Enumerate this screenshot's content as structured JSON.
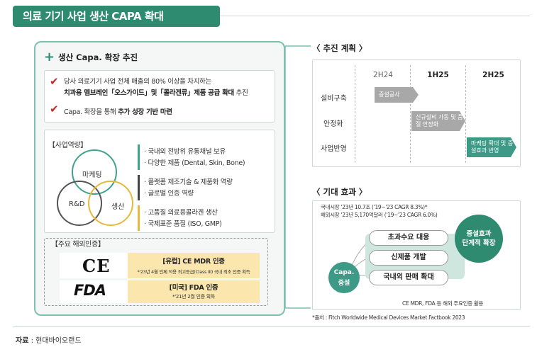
{
  "header": {
    "title": "의료 기기 사업 생산 CAPA 확대"
  },
  "left": {
    "title": "생산 Capa. 확장 추진",
    "bullet1_line1": "당사 의료기기 사업 전체 매출의 80% 이상을 차지하는",
    "bullet1_line2_bold": "치과용 멤브레인「오스가이드」및「콜라겐류」제품 공급 확대",
    "bullet1_line2_tail": " 추진",
    "bullet2_lead": "Capa. 확장을 통해 ",
    "bullet2_bold": "추가 성장 기반 마련",
    "capability_title": "【사업역량】",
    "venn": {
      "top": "마케팅",
      "left": "R&D",
      "right": "생산"
    },
    "groups": [
      {
        "color": "#3fa38c",
        "items": [
          "· 국내외 전방위 유통채널 보유",
          "· 다양한 제품 (Dental, Skin, Bone)"
        ]
      },
      {
        "color": "#444444",
        "items": [
          "· 플랫폼 제조기술 & 제품화 역량",
          "· 글로벌 인증 역량"
        ]
      },
      {
        "color": "#e6b93a",
        "items": [
          "· 고품질 의료용콜라겐 생산",
          "· 국제표준 품질 (ISO, GMP)"
        ]
      }
    ],
    "cert_title": "【주요 해외인증】",
    "certs": [
      {
        "logo": "CE",
        "title": "[유럽] CE MDR 인증",
        "desc": "*'23년 4월 인체 적용 최고등급(Class III) 국내 최초 인증 획득"
      },
      {
        "logo": "FDA",
        "title": "[미국] FDA 인증",
        "desc": "*'21년 2월 인증 획득"
      }
    ]
  },
  "plan": {
    "title": "〈 추진 계획 〉",
    "columns": [
      "2H24",
      "1H25",
      "2H25"
    ],
    "rows": [
      "설비구축",
      "안정화",
      "사업반영"
    ],
    "arrows": [
      {
        "text": "증설공사",
        "color": "#a8a8a8"
      },
      {
        "text": "신규설비 가동 및 품질 안정화",
        "color": "#a8a8a8"
      },
      {
        "text": "마케팅 확대 및 증설효과 반영",
        "color": "#3c9a86"
      }
    ]
  },
  "effect": {
    "title": "〈 기대 효과 〉",
    "note1": "국내시장 '23년 10.7조 ('19~'23 CAGR 8.3%)*",
    "note2": "해외시장 '23년 5,170억달러 ('19~'23 CAGR 6.0%)",
    "pills": [
      "초과수요 대응",
      "신제품 개발",
      "국내외 판매 확대"
    ],
    "small_circle": [
      "Capa.",
      "증설"
    ],
    "big_circle": [
      "증설효과",
      "단계적 확장"
    ],
    "footer_note": "CE MDR, FDA 등 해외 주요인증 활용",
    "source_note": "*출처 : Fitch Worldwide Medical Devices Market Factbook 2023"
  },
  "source": {
    "label": "자료",
    "text": " : 현대바이오랜드"
  }
}
